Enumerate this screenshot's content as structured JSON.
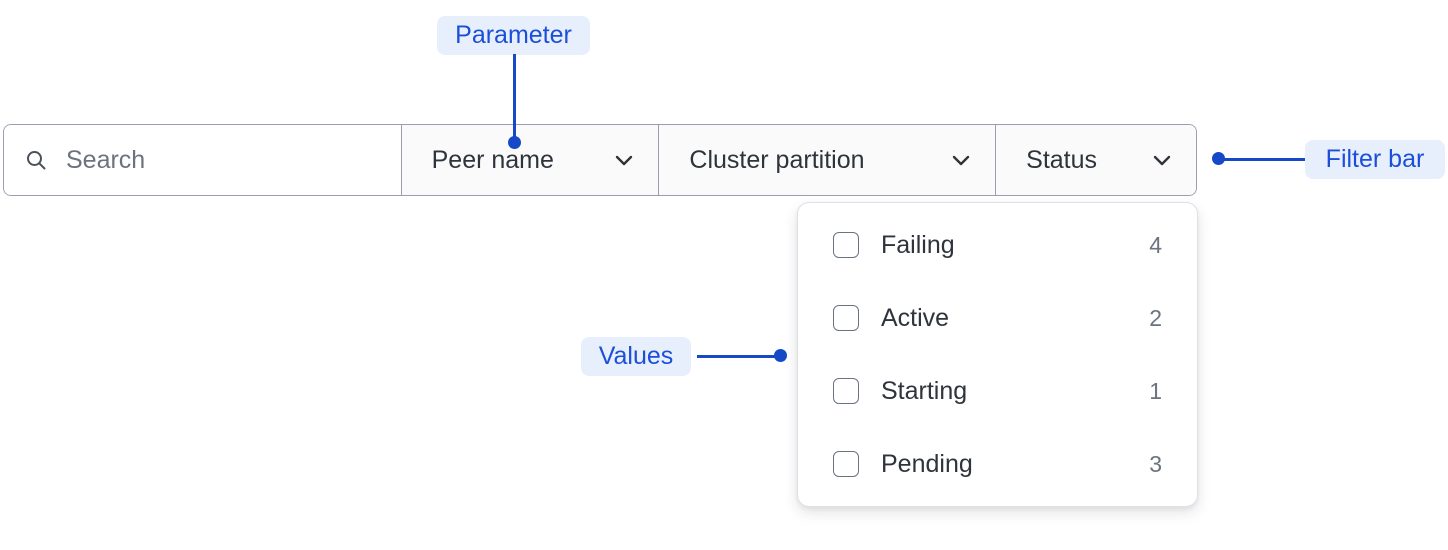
{
  "filter_bar": {
    "search": {
      "icon": "search-icon",
      "value": "",
      "placeholder": "Search"
    },
    "dropdowns": [
      {
        "label": "Peer name",
        "icon": "chevron-down-icon"
      },
      {
        "label": "Cluster partition",
        "icon": "chevron-down-icon"
      },
      {
        "label": "Status",
        "icon": "chevron-down-icon"
      }
    ]
  },
  "status_dropdown": {
    "options": [
      {
        "label": "Failing",
        "count": "4",
        "checked": false
      },
      {
        "label": "Active",
        "count": "2",
        "checked": false
      },
      {
        "label": "Starting",
        "count": "1",
        "checked": false
      },
      {
        "label": "Pending",
        "count": "3",
        "checked": false
      }
    ]
  },
  "annotations": {
    "parameter": "Parameter",
    "filter_bar": "Filter bar",
    "values": "Values",
    "accent_color": "#1549c8",
    "pill_background": "#e7effd",
    "pill_text_color": "#1b4fd8"
  }
}
